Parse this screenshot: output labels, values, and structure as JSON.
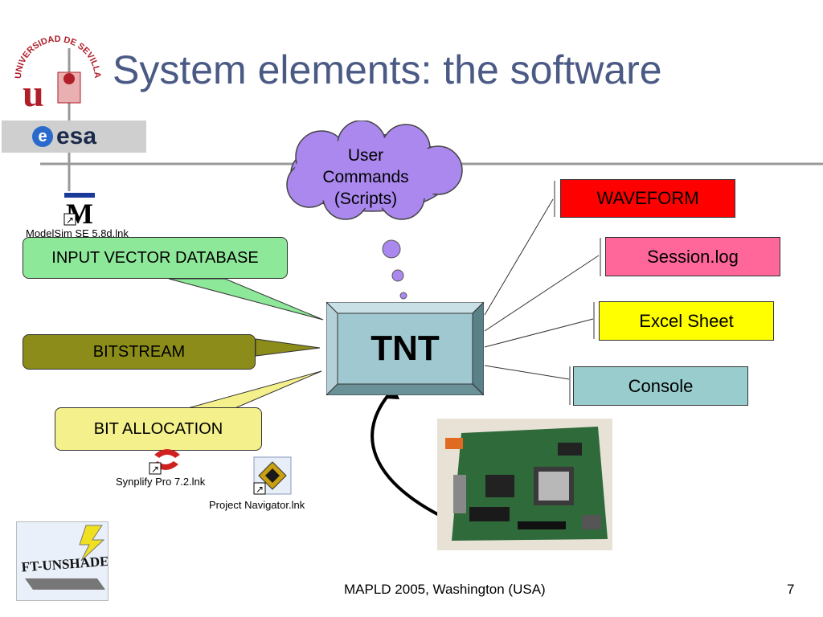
{
  "slide": {
    "title": "System elements: the software",
    "page_number": "7",
    "footer": "MAPLD 2005, Washington (USA)"
  },
  "cloud": {
    "lines": [
      "User",
      "Commands",
      "(Scripts)"
    ]
  },
  "center": {
    "label": "TNT"
  },
  "inputs": [
    {
      "label": "INPUT VECTOR DATABASE",
      "color": "#8ee89a"
    },
    {
      "label": "BITSTREAM",
      "color": "#8c8c1a"
    },
    {
      "label": "BIT ALLOCATION",
      "color": "#f4f08c"
    }
  ],
  "outputs": [
    {
      "label": "WAVEFORM",
      "color": "#ff0000"
    },
    {
      "label": "Session.log",
      "color": "#ff6699"
    },
    {
      "label": "Excel Sheet",
      "color": "#ffff00"
    },
    {
      "label": "Console",
      "color": "#99cccc"
    }
  ],
  "shortcuts": [
    {
      "label": "ModelSim SE 5.8d.lnk",
      "icon": "modelsim-icon"
    },
    {
      "label": "Synplify Pro 7.2.lnk",
      "icon": "synplify-icon"
    },
    {
      "label": "Project Navigator.lnk",
      "icon": "project-navigator-icon"
    }
  ],
  "logos": {
    "university": "UNIVERSIDAD DE SEVILLA",
    "university_mark": "US",
    "esa": "esa",
    "ft": "FT-UNSHADES"
  },
  "colors": {
    "title": "#4a5a85",
    "tnt_box": "#a0c8d0",
    "cloud": "#aa88ee"
  }
}
